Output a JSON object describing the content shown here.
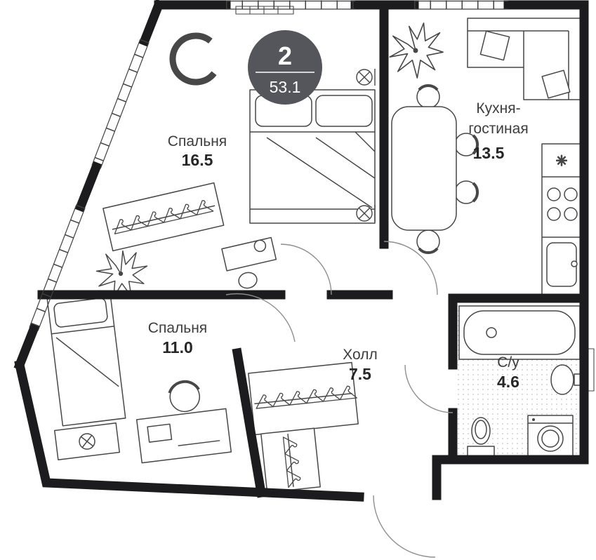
{
  "plan": {
    "badge": {
      "rooms_count": "2",
      "total_area": "53.1"
    },
    "rooms": [
      {
        "id": "bedroom-1",
        "name": "Спальня",
        "area": "16.5"
      },
      {
        "id": "kitchen-living",
        "name": "Кухня-гостиная",
        "name_line1": "Кухня-",
        "name_line2": "гостиная",
        "area": "13.5"
      },
      {
        "id": "bedroom-2",
        "name": "Спальня",
        "area": "11.0"
      },
      {
        "id": "hall",
        "name": "Холл",
        "area": "7.5"
      },
      {
        "id": "bathroom",
        "name": "С/у",
        "area": "4.6"
      }
    ],
    "symbols": {
      "cooker_hood": "✳"
    },
    "colors": {
      "walls": "#1c1c1e",
      "furniture": "#474747",
      "badge": "#55565b",
      "door_arc": "#8f8f8f",
      "label": "#3d3d3d"
    }
  }
}
